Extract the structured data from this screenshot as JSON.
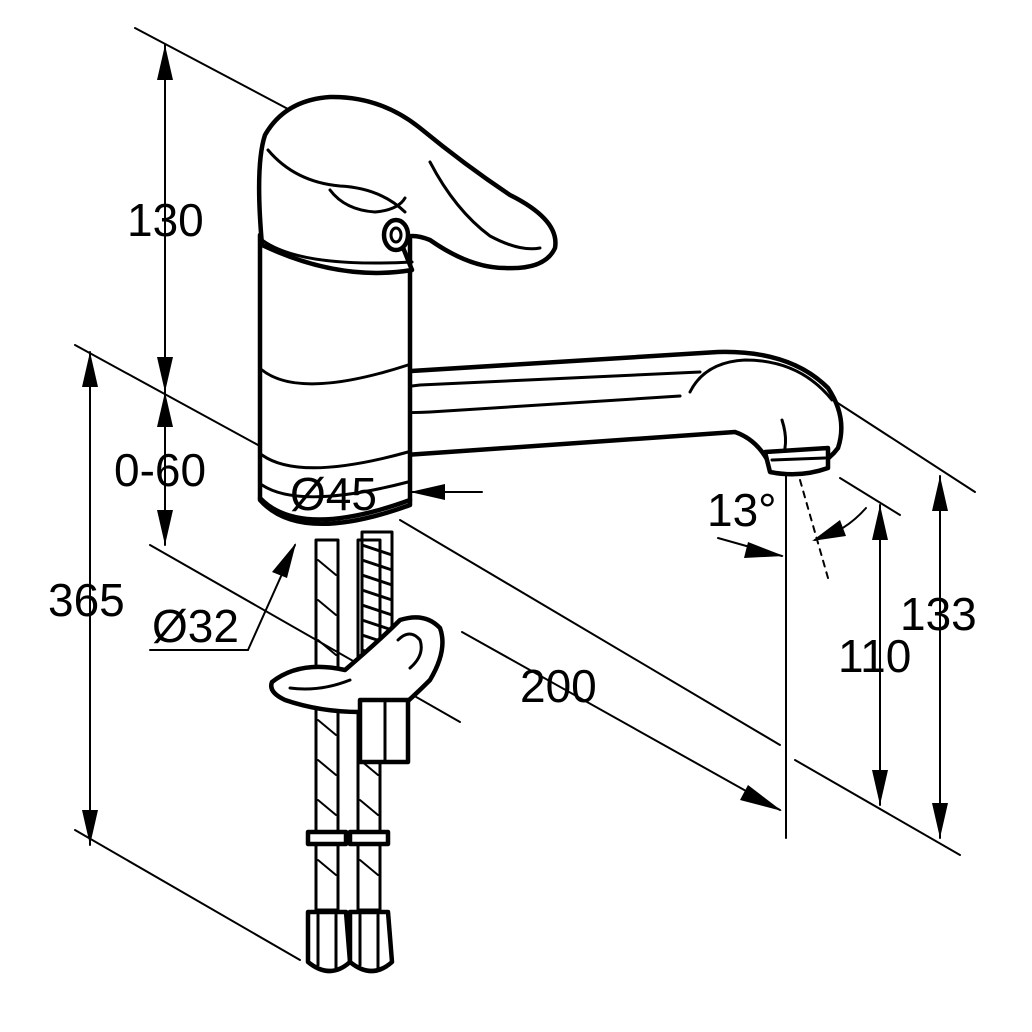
{
  "drawing": {
    "subject": "single-lever sink mixer tap",
    "stroke_color": "#000000",
    "background_color": "#ffffff"
  },
  "dimensions": {
    "lever_height": "130",
    "counter_thickness": "0-60",
    "body_diameter": "Ø45",
    "hole_diameter": "Ø32",
    "below_counter": "365",
    "spout_reach": "200",
    "swivel_angle": "13°",
    "outlet_height": "110",
    "spout_height": "133"
  }
}
